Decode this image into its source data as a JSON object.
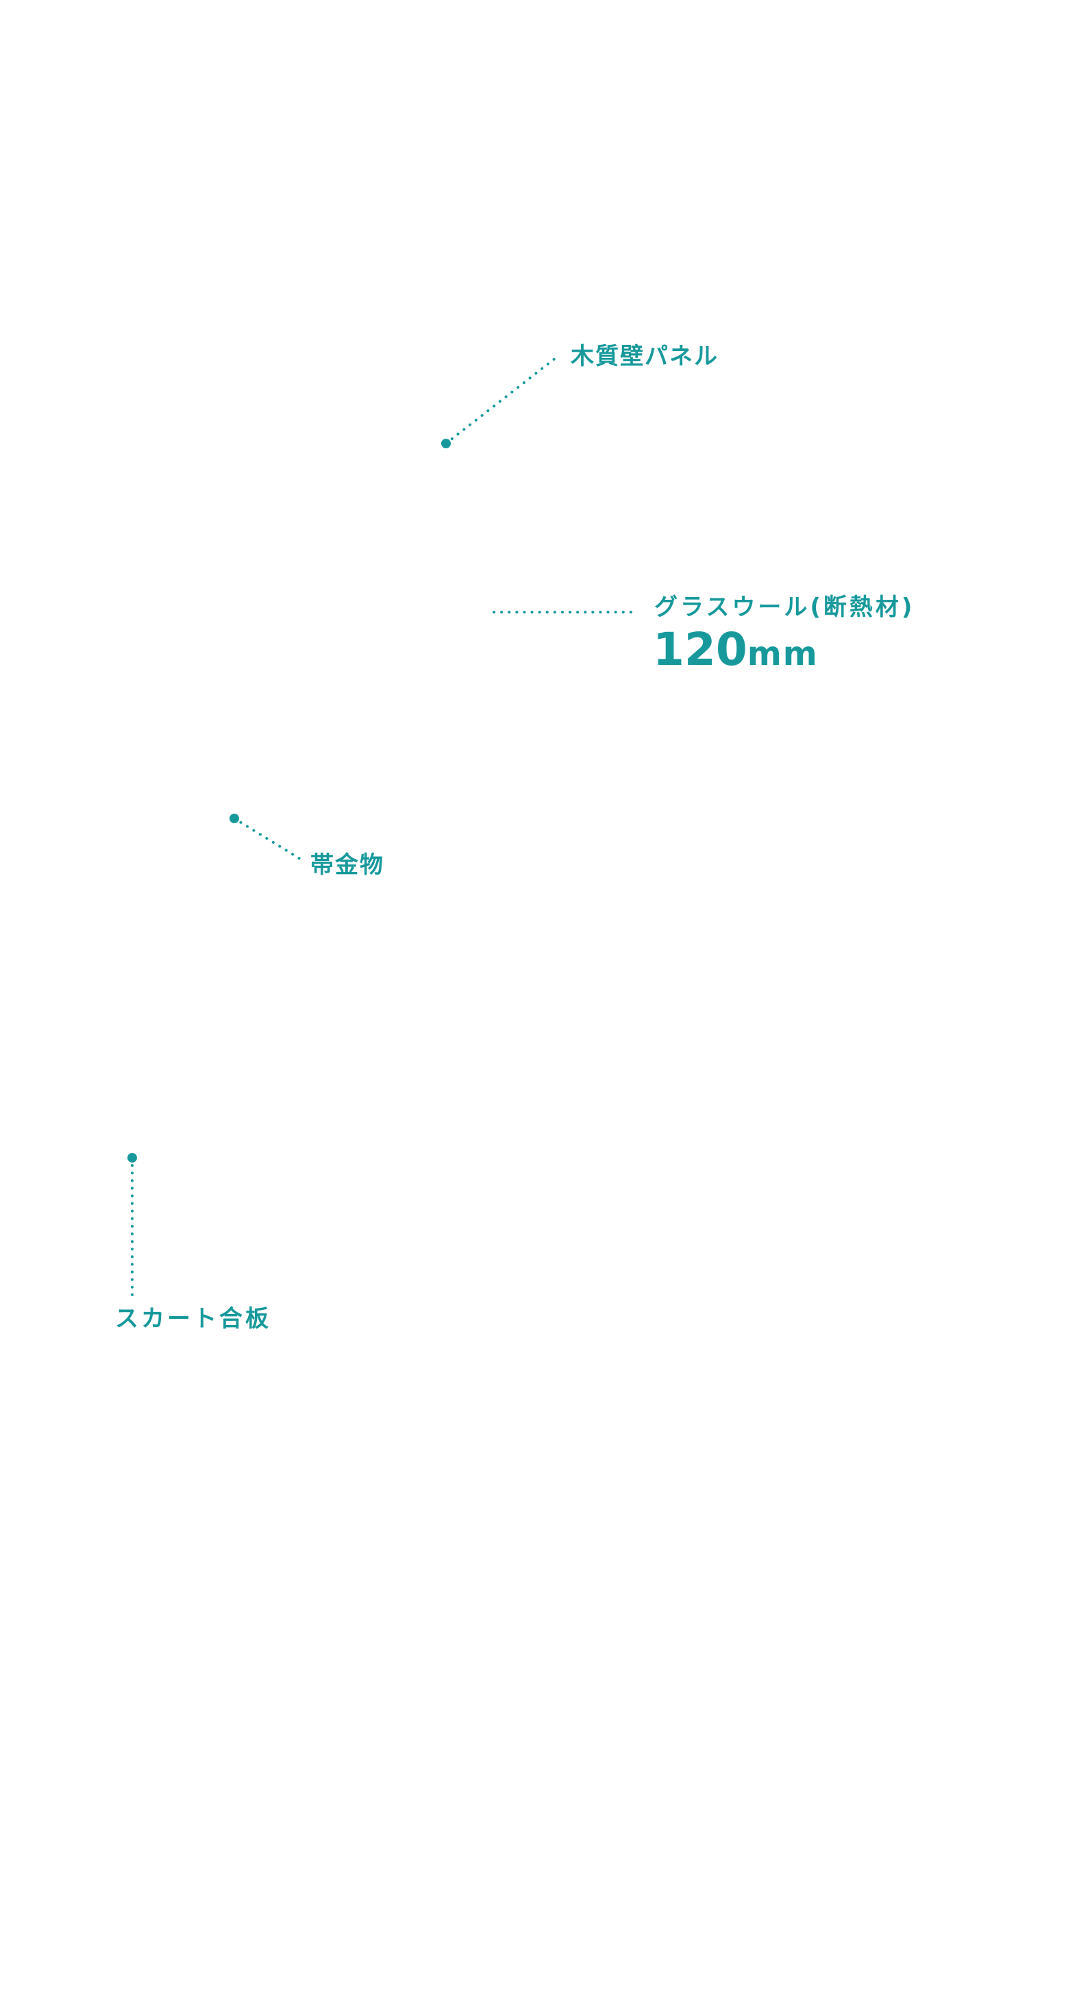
{
  "colors": {
    "accent": "#17999c"
  },
  "callouts": {
    "wood_panel": {
      "label": "木質壁パネル"
    },
    "glass_wool": {
      "label": "グラスウール(断熱材)",
      "thickness_value": "120",
      "thickness_unit": "mm"
    },
    "band_metal": {
      "label": "帯金物"
    },
    "skirt_plywood": {
      "label": "スカート合板"
    }
  }
}
